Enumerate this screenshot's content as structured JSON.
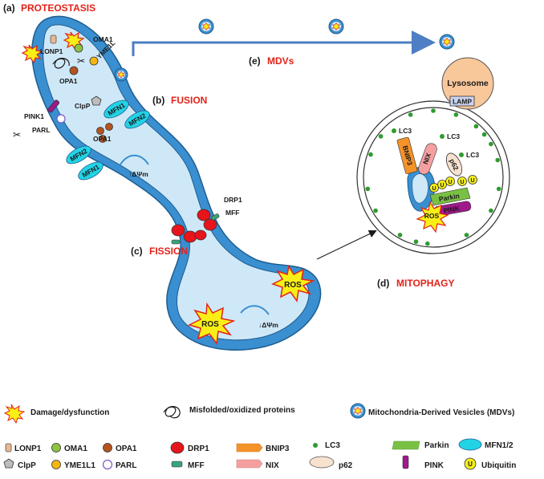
{
  "sections": {
    "proteostasis": "(a) PROTEOSTASIS",
    "fusion": "(b) FUSION",
    "fission": "(c) FISSION",
    "mitophagy": "(d) MITOPHAGY",
    "mdvs": "(e) MDVs"
  },
  "section_letters": {
    "a": "(a)",
    "b": "(b)",
    "c": "(c)",
    "d": "(d)",
    "e": "(e)"
  },
  "section_words": {
    "a": "PROTEOSTASIS",
    "b": "FUSION",
    "c": "FISSION",
    "d": "MITOPHAGY",
    "e": "MDVs"
  },
  "labels": {
    "lonp1": "LONP1",
    "oma1": "OMA1",
    "yme1l": "YME1L",
    "opa1": "OPA1",
    "clpp": "ClpP",
    "pink1": "PINK1",
    "parl": "PARL",
    "mfn1": "MFN1",
    "mfn2": "MFN2",
    "opa1_fusion": "OPA1",
    "dpsi_up": "↑ΔΨm",
    "dpsi_down": "↓ΔΨm",
    "drp1": "DRP1",
    "mff": "MFF",
    "ros": "ROS",
    "lysosome": "Lysosome",
    "lamp": "LAMP",
    "lc3": "LC3",
    "bnip3": "BNIP3",
    "nix": "NIX",
    "p62": "p62",
    "parkin": "Parkin",
    "pink": "PINK",
    "ub": "U"
  },
  "legend": {
    "damage": "Damage/dysfunction",
    "misfolded": "Misfolded/oxidized proteins",
    "mdvs": "Mitochondria-Derived Vesicles (MDVs)",
    "lonp1": "LONP1",
    "clpp": "ClpP",
    "oma1": "OMA1",
    "yme1l1": "YME1L1",
    "opa1": "OPA1",
    "parl": "PARL",
    "drp1": "DRP1",
    "mff": "MFF",
    "bnip3": "BNIP3",
    "nix": "NIX",
    "lc3": "LC3",
    "p62": "p62",
    "parkin": "Parkin",
    "pink": "PINK",
    "mfn12": "MFN1/2",
    "ubiquitin": "Ubiquitin",
    "ub": "U"
  },
  "colors": {
    "mito_outer": "#3a8fd0",
    "mito_inner": "#cfe8f7",
    "mito_stroke": "#1f5d8f",
    "red_title": "#e32219",
    "drp1": "#e8141b",
    "mff": "#3aa37a",
    "mfn": "#22d3e6",
    "opa1": "#b5541e",
    "oma1": "#8fc440",
    "yme1l": "#f5b70f",
    "lonp1": "#e9b792",
    "bnip3": "#f4932a",
    "nix": "#f5a0a0",
    "parkin": "#79c143",
    "pink": "#a0198b",
    "ub": "#f4ed1a",
    "lysosome": "#f8c79a",
    "lamp": "#c9d3ee",
    "lc3_dot": "#2f9b2f",
    "mdv_arrow": "#4e7ec3",
    "star": "#f9ef16",
    "star_edge": "#e32219"
  }
}
